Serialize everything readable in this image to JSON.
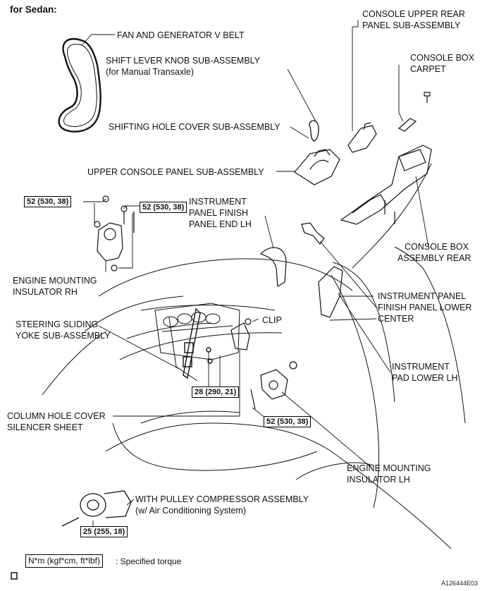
{
  "header": {
    "title": "for Sedan:"
  },
  "labels": {
    "fan_belt": "FAN AND GENERATOR V BELT",
    "shift_knob_1": "SHIFT LEVER KNOB SUB-ASSEMBLY",
    "shift_knob_2": "(for Manual Transaxle)",
    "shifting_hole": "SHIFTING HOLE COVER SUB-ASSEMBLY",
    "upper_console": "UPPER CONSOLE PANEL SUB-ASSEMBLY",
    "console_upper_rear_1": "CONSOLE UPPER REAR",
    "console_upper_rear_2": "PANEL SUB-ASSEMBLY",
    "console_box_carpet_1": "CONSOLE BOX",
    "console_box_carpet_2": "CARPET",
    "ip_finish_end_1": "INSTRUMENT",
    "ip_finish_end_2": "PANEL FINISH",
    "ip_finish_end_3": "PANEL END LH",
    "console_box_rear_1": "CONSOLE BOX",
    "console_box_rear_2": "ASSEMBLY REAR",
    "engine_mount_rh_1": "ENGINE MOUNTING",
    "engine_mount_rh_2": "INSULATOR RH",
    "ip_finish_lower_1": "INSTRUMENT PANEL",
    "ip_finish_lower_2": "FINISH PANEL LOWER",
    "ip_finish_lower_3": "CENTER",
    "steering_yoke_1": "STEERING SLIDING",
    "steering_yoke_2": "YOKE SUB-ASSEMBLY",
    "clip": "CLIP",
    "ip_pad_lower_1": "INSTRUMENT",
    "ip_pad_lower_2": "PAD LOWER LH",
    "column_hole_1": "COLUMN HOLE COVER",
    "column_hole_2": "SILENCER SHEET",
    "engine_mount_lh_1": "ENGINE MOUNTING",
    "engine_mount_lh_2": "INSULATOR LH",
    "compressor_1": "WITH PULLEY COMPRESSOR ASSEMBLY",
    "compressor_2": "(w/ Air Conditioning System)"
  },
  "torques": {
    "t1": "52 (530, 38)",
    "t2": "52 (530, 38)",
    "t3": "28 (290, 21)",
    "t4": "52 (530, 38)",
    "t5": "25 (255, 18)"
  },
  "legend": {
    "box": "N*m (kgf*cm, ft*lbf)",
    "text": ": Specified torque"
  },
  "figure_code": "A126444E03"
}
